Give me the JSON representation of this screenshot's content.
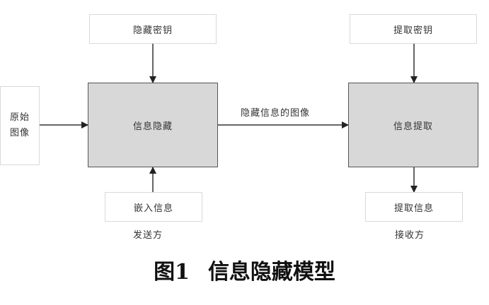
{
  "diagram": {
    "hide_key": "隐藏密钥",
    "extract_key": "提取密钥",
    "original_image_line1": "原始",
    "original_image_line2": "图像",
    "info_hiding": "信息隐藏",
    "info_extraction": "信息提取",
    "hidden_image_label": "隐藏信息的图像",
    "input_info": "嵌入信息",
    "extracted_info": "提取信息",
    "sender": "发送方",
    "receiver": "接收方"
  },
  "caption": {
    "number": "图1",
    "title": "信息隐藏模型"
  }
}
